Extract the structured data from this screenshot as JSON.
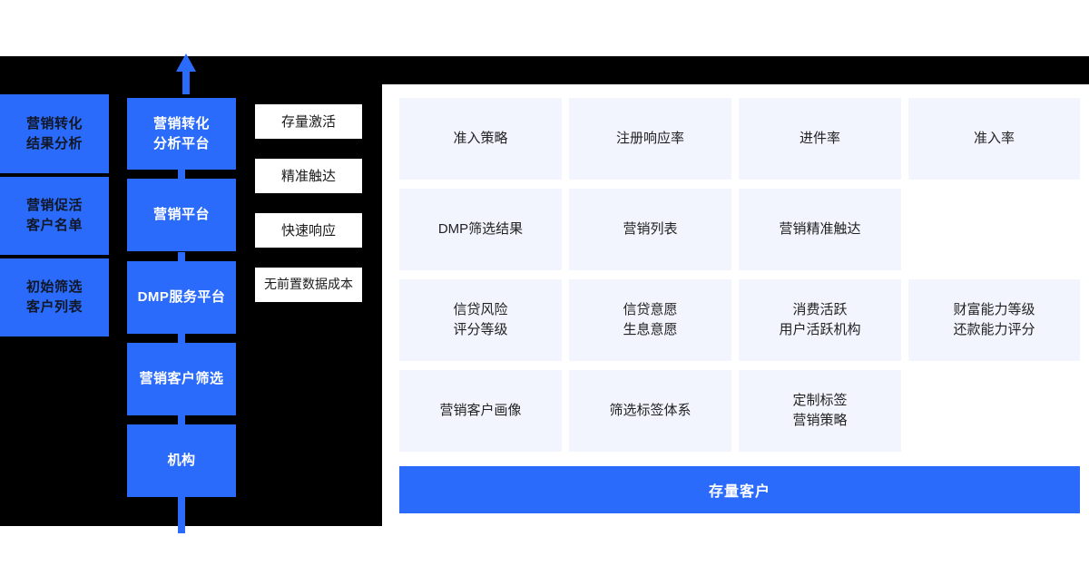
{
  "colors": {
    "brand_blue": "#2a6bfb",
    "panel_black": "#000000",
    "cell_bg": "#f2f5fe",
    "white": "#ffffff",
    "dark_text": "#111726"
  },
  "flow": {
    "outputs_column": [
      {
        "line1": "营销转化",
        "line2": "结果分析"
      },
      {
        "line1": "营销促活",
        "line2": "客户名单"
      },
      {
        "line1": "初始筛选",
        "line2": "客户列表"
      }
    ],
    "platform_column": [
      {
        "line1": "营销转化",
        "line2": "分析平台"
      },
      {
        "line1": "营销平台",
        "line2": ""
      },
      {
        "line1": "DMP服务平台",
        "line2": ""
      },
      {
        "line1": "营销客户筛选",
        "line2": ""
      },
      {
        "line1": "机构",
        "line2": ""
      }
    ],
    "benefits_column": [
      {
        "label": "存量激活"
      },
      {
        "label": "精准触达"
      },
      {
        "label": "快速响应"
      },
      {
        "label": "无前置数据成本"
      }
    ]
  },
  "capabilities": {
    "rows": [
      {
        "cells": [
          {
            "line1": "准入策略",
            "line2": ""
          },
          {
            "line1": "注册响应率",
            "line2": ""
          },
          {
            "line1": "进件率",
            "line2": ""
          },
          {
            "line1": "准入率",
            "line2": ""
          }
        ]
      },
      {
        "cells": [
          {
            "line1": "DMP筛选结果",
            "line2": ""
          },
          {
            "line1": "营销列表",
            "line2": ""
          },
          {
            "line1": "营销精准触达",
            "line2": ""
          }
        ]
      },
      {
        "cells": [
          {
            "line1": "信贷风险",
            "line2": "评分等级"
          },
          {
            "line1": "信贷意愿",
            "line2": "生息意愿"
          },
          {
            "line1": "消费活跃",
            "line2": "用户活跃机构"
          },
          {
            "line1": "财富能力等级",
            "line2": "还款能力评分"
          }
        ]
      },
      {
        "cells": [
          {
            "line1": "营销客户画像",
            "line2": ""
          },
          {
            "line1": "筛选标签体系",
            "line2": ""
          },
          {
            "line1": "定制标签",
            "line2": "营销策略"
          }
        ]
      }
    ],
    "footer_label": "存量客户"
  }
}
